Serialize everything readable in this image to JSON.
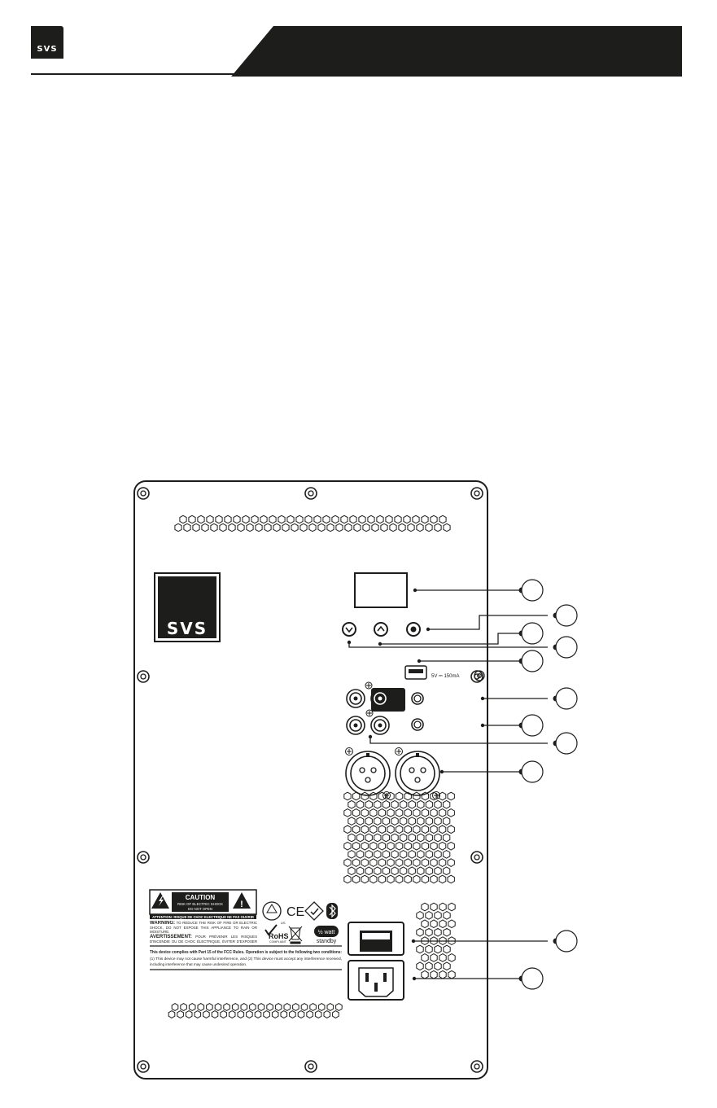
{
  "header": {
    "logo_text": "SVS",
    "band_color": "#1d1d1b"
  },
  "panel": {
    "logo_text": "SVS",
    "usb_label": "5V ⎓ 150mA",
    "icons": [
      "down-arrow-icon",
      "up-arrow-icon",
      "select-button-icon",
      "usb-port-icon",
      "xlr-input-icon",
      "rca-input-icon",
      "power-switch-icon",
      "iec-power-inlet-icon",
      "ul-mark-icon",
      "ce-mark-icon",
      "rcm-mark-icon",
      "bluetooth-icon",
      "rohs-icon",
      "weee-bin-icon",
      "half-watt-standby-icon",
      "warning-triangle-icon"
    ]
  },
  "label": {
    "caution_title": "CAUTION",
    "caution_sub1": "RISK OF ELECTRIC SHOCK",
    "caution_sub2": "DO NOT OPEN",
    "attention": "ATTENTION: RISQUE DE CHOC ELECTRIQUE NE PAS OUVRIR",
    "warning_head": "WARNING:",
    "warning_body": "TO REDUCE THE RISK OF FIRE OR ELECTRIC SHOCK, DO NOT EXPOSE THIS APPLIANCE TO RAIN OR MOISTURE.",
    "avert_head": "AVERTISSEMENT:",
    "avert_body": "POUR PRÉVENIR LES RISQUES D'INCENDIE OU DE CHOC ÉLECTRIQUE, ÉVITER D'EXPOSER CET APPAREIL À LA PLUIE OU À L'HUMIDITÉ.",
    "fcc_line1": "This device complies with Part 15 of the FCC Rules. Operation is subject to the following two conditions:",
    "fcc_line2": "(1) This device may not cause harmful interference, and (2) This device must accept any interference received,",
    "fcc_line3": "including interference that may cause undesired operation.",
    "ul_text": "US",
    "ce_text": "CE",
    "rohs_text": "RoHS",
    "rohs_sub": "COMPLIANT",
    "watt_text": "½ watt",
    "standby_text": "standby"
  }
}
